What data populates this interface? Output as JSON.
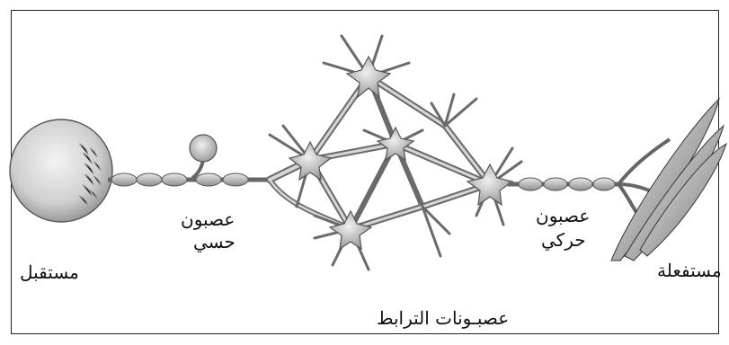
{
  "labels": {
    "receptor": "مستقبل",
    "sensory_line1": "عصبون",
    "sensory_line2": "حسي",
    "interneurons": "عصبـونات الترابط",
    "motor_line1": "عصبون",
    "motor_line2": "حركي",
    "effector": "مستفعلة"
  }
}
